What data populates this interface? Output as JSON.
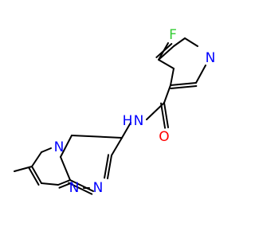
{
  "molecule": {
    "colors": {
      "bond": "#000000",
      "N": "#0000ff",
      "O": "#ff0000",
      "F": "#33cc33"
    },
    "atoms": {
      "F": {
        "text": "F",
        "element": "F"
      },
      "N_pyridine": {
        "text": "N",
        "element": "N"
      },
      "O": {
        "text": "O",
        "element": "O"
      },
      "NH": {
        "text": "N",
        "element": "N"
      },
      "H": {
        "text": "H",
        "element": "N"
      },
      "N_bridge": {
        "text": "N",
        "element": "N"
      },
      "N_triazole_1": {
        "text": "N",
        "element": "N"
      },
      "N_triazole_2": {
        "text": "N",
        "element": "N"
      }
    }
  }
}
